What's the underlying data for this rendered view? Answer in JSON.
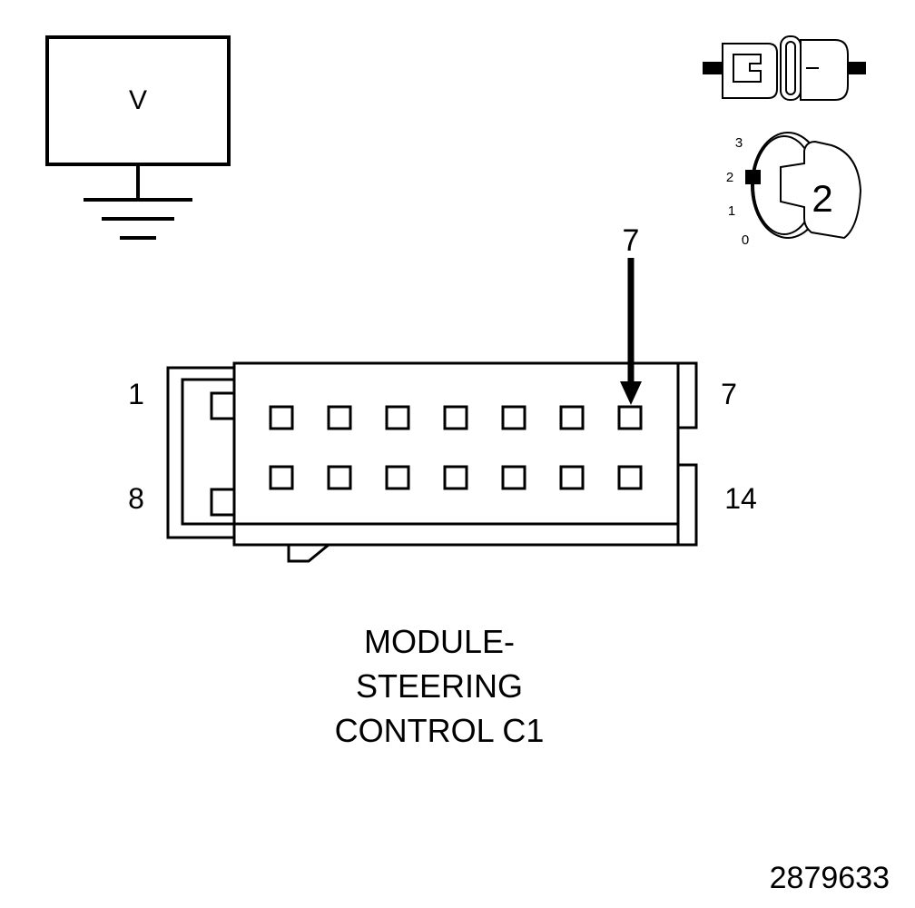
{
  "meter": {
    "symbol": "V"
  },
  "key_switch": {
    "positions": [
      "3",
      "2",
      "1",
      "0"
    ],
    "selected": "2",
    "key_label": "2"
  },
  "pointer": {
    "pin_label": "7"
  },
  "connector": {
    "pin_labels": {
      "top_left": "1",
      "bottom_left": "8",
      "top_right": "7",
      "bottom_right": "14"
    },
    "rows": 2,
    "cols": 7,
    "probed_pin": 7
  },
  "title_lines": [
    "MODULE-",
    "STEERING",
    "CONTROL C1"
  ],
  "figure_id": "2879633"
}
